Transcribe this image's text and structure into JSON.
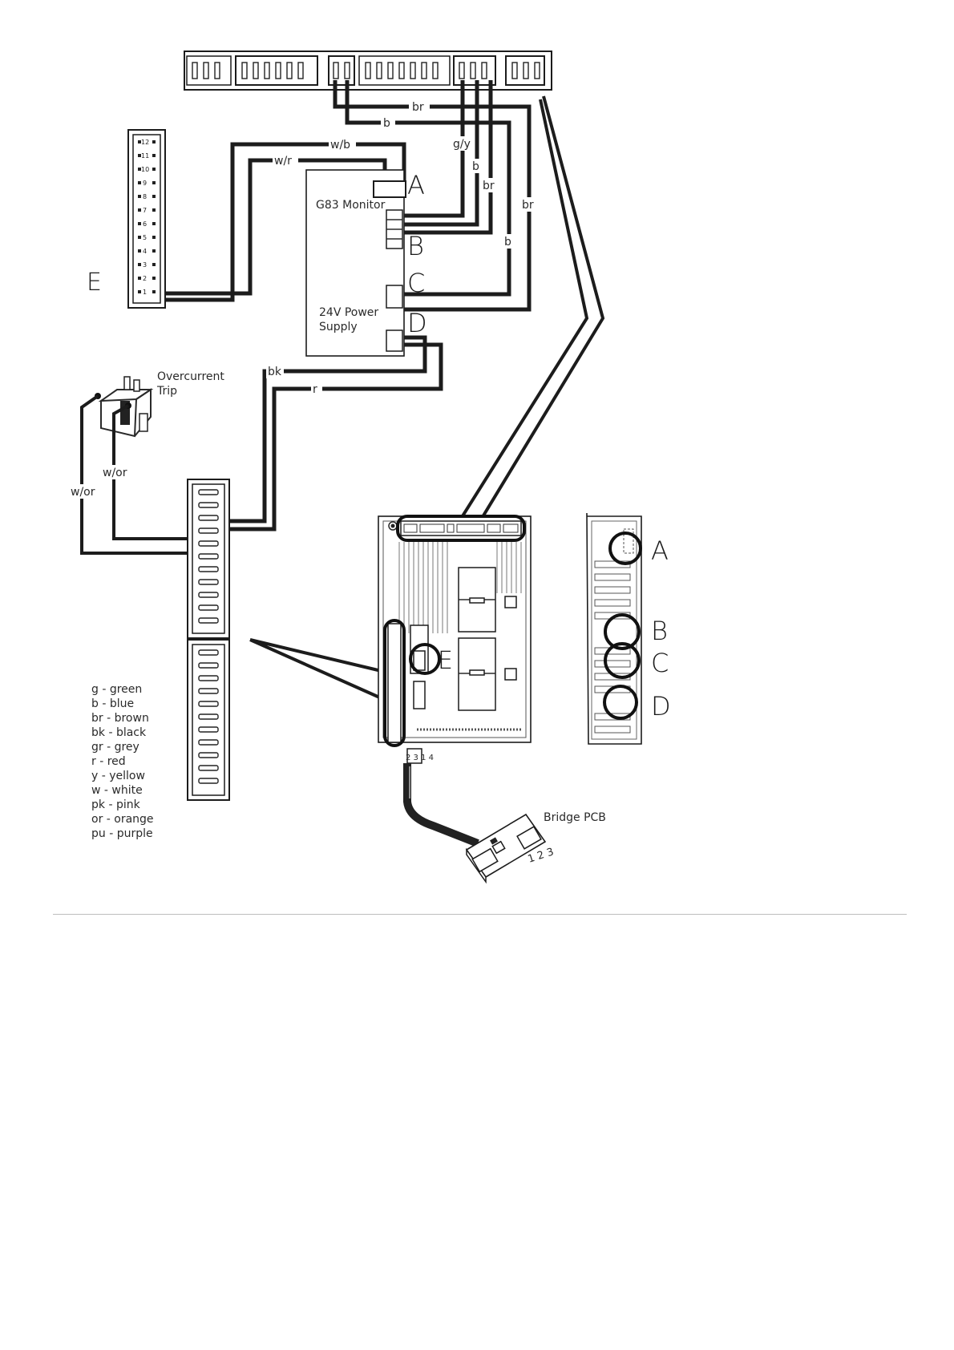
{
  "wires": {
    "top_br": "br",
    "top_b": "b",
    "w_b": "w/b",
    "w_r": "w/r",
    "g_y": "g/y",
    "mid_b": "b",
    "mid_br": "br",
    "right_br": "br",
    "right_b": "b",
    "bk": "bk",
    "r": "r",
    "w_or_inner": "w/or",
    "w_or_outer": "w/or"
  },
  "components": {
    "g83_monitor": "G83 Monitor",
    "psu_line1": "24V Power",
    "psu_line2": "Supply",
    "overcurrent_line1": "Overcurrent",
    "overcurrent_line2": "Trip",
    "bridge_pcb": "Bridge PCB"
  },
  "markers": {
    "a": "A",
    "b": "B",
    "c": "C",
    "d": "D",
    "e": "E",
    "e_board": "E",
    "ra": "A",
    "rb": "B",
    "rc": "C",
    "rd": "D"
  },
  "connector_e_pins": [
    "12",
    "11",
    "10",
    "9",
    "8",
    "7",
    "6",
    "5",
    "4",
    "3",
    "2",
    "1"
  ],
  "ribbon_pins": "2 3 1 4",
  "bridge_pins": "1 2 3",
  "legend": [
    "g - green",
    "b - blue",
    "br - brown",
    "bk - black",
    "gr - grey",
    "r - red",
    "y - yellow",
    "w - white",
    "pk - pink",
    "or - orange",
    "pu - purple"
  ]
}
